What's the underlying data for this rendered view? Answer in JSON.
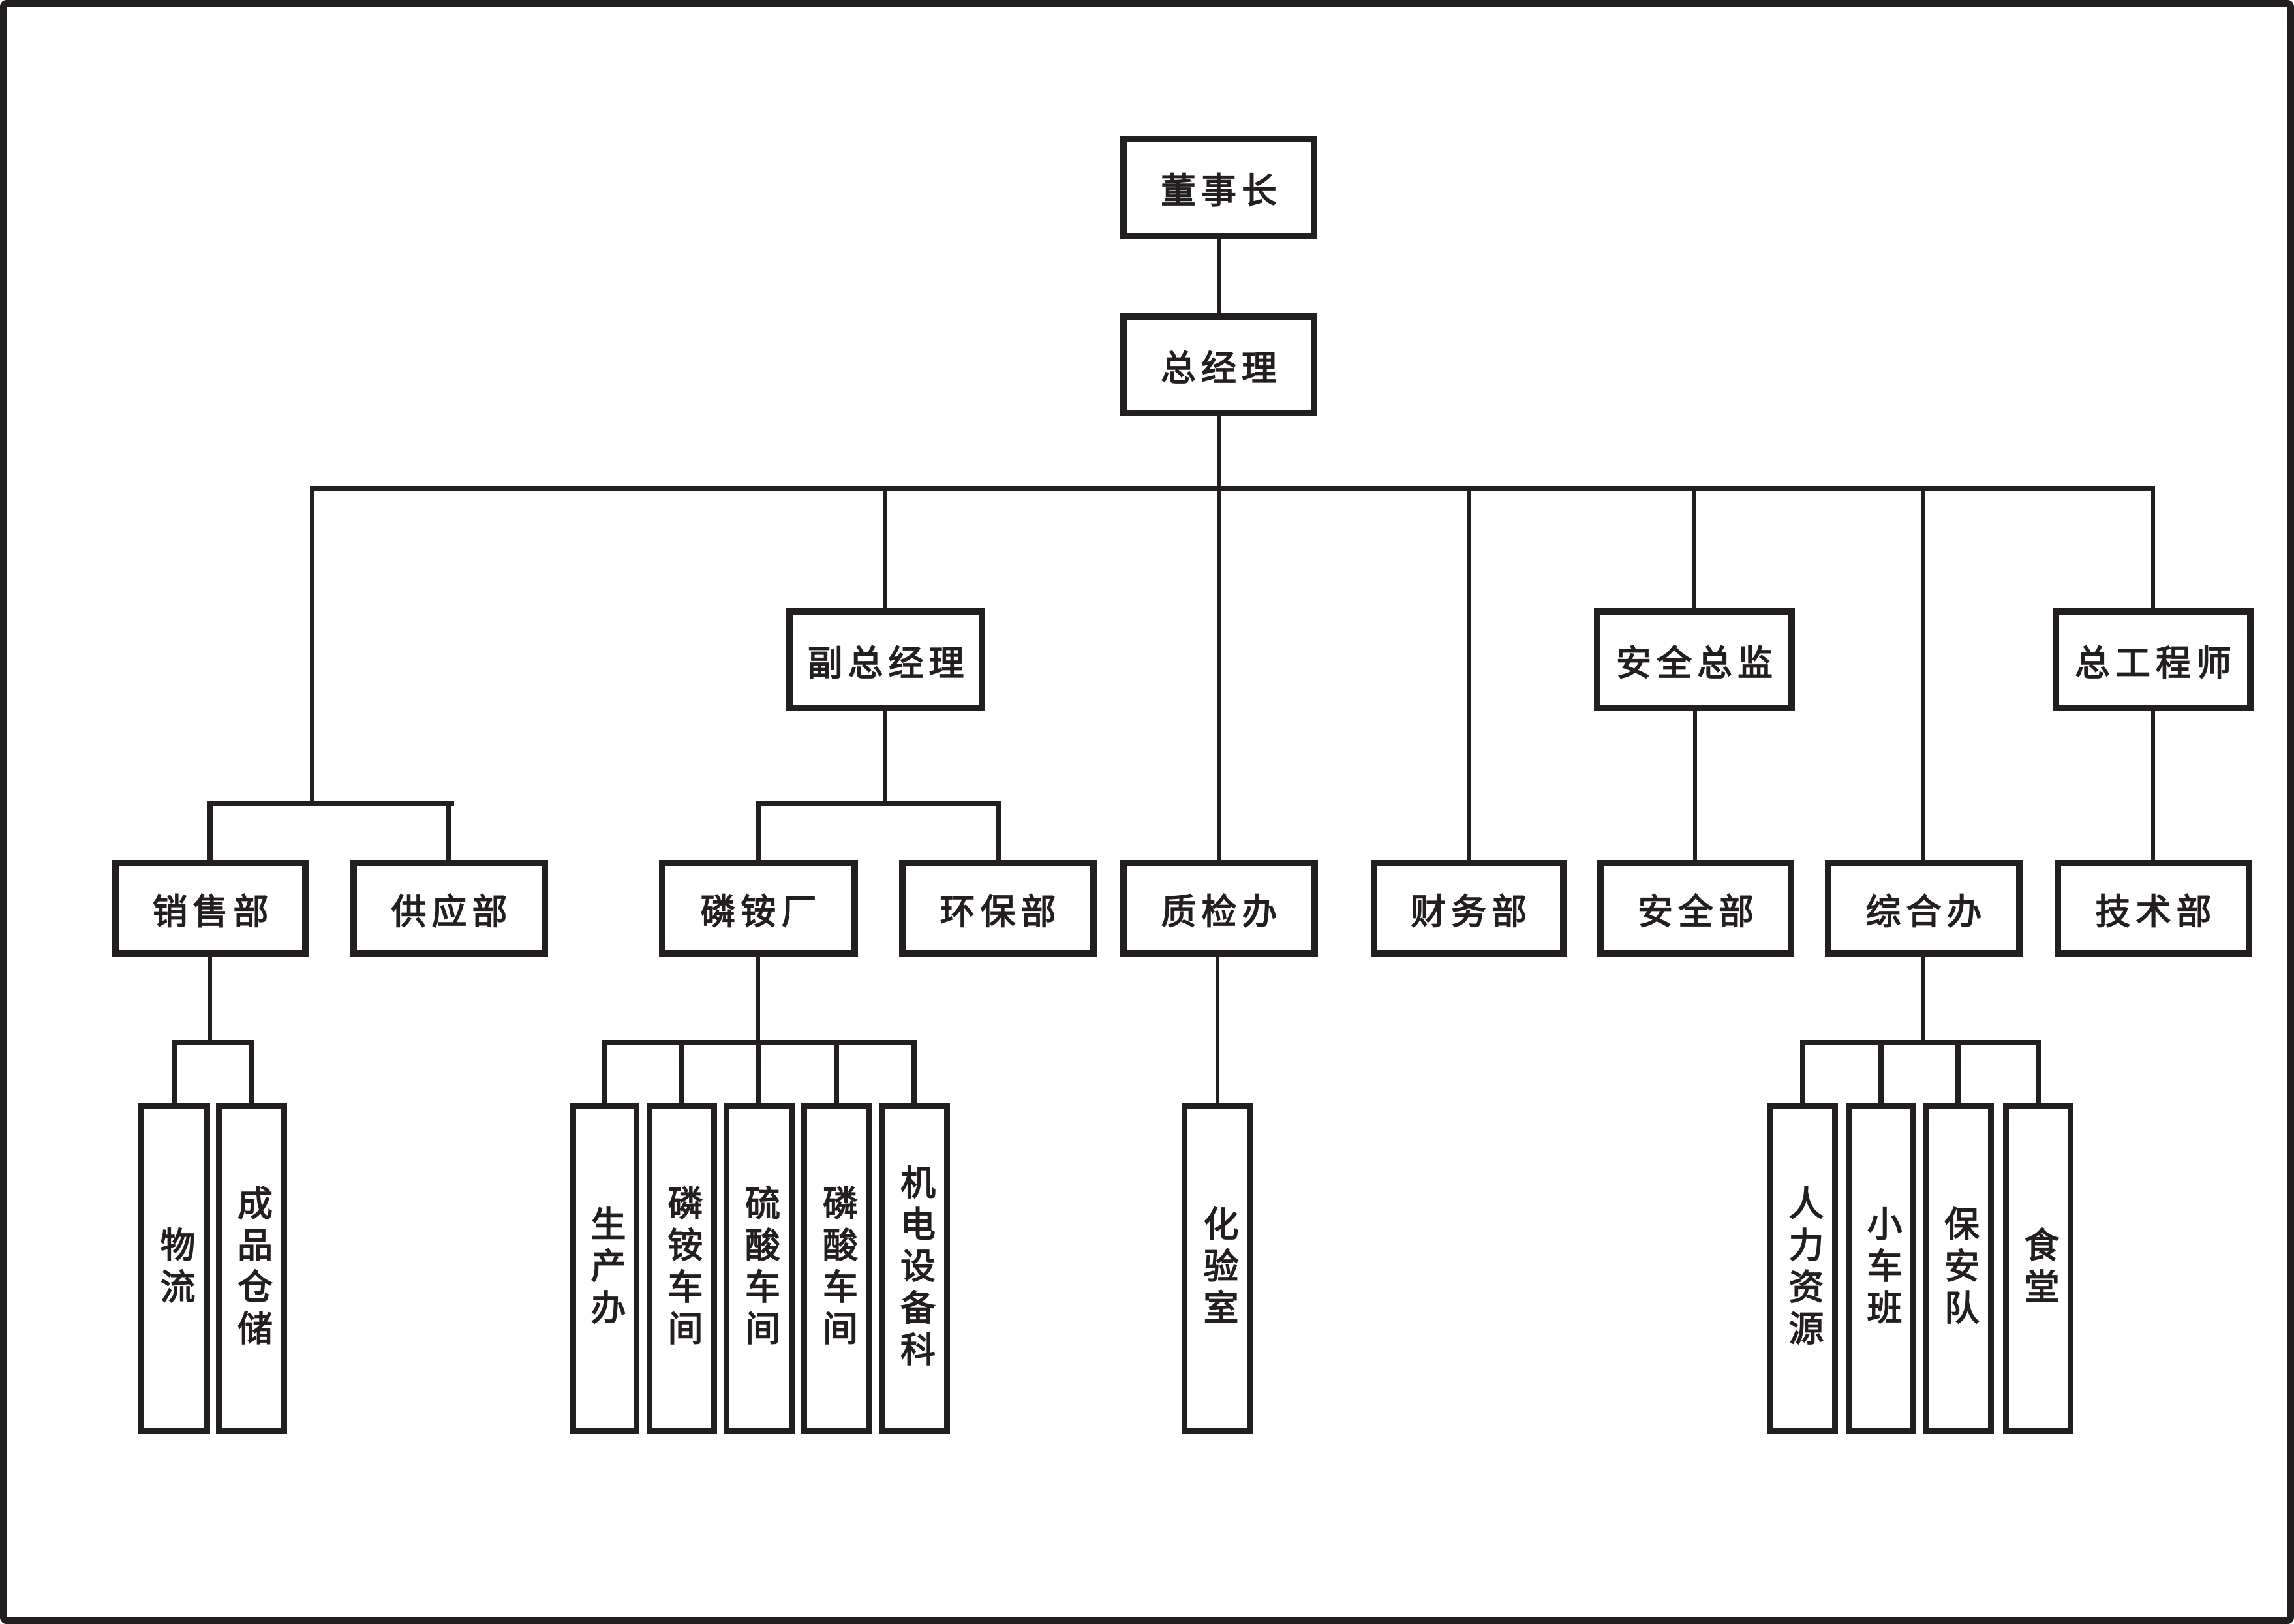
{
  "diagram": {
    "type": "organization-chart",
    "ink_color": "#231f20",
    "background_color": "#ffffff",
    "nodes": {
      "chairman": "董事长",
      "general_manager": "总经理",
      "deputy_general_manager": "副总经理",
      "safety_director": "安全总监",
      "chief_engineer": "总工程师",
      "sales_dept": "销售部",
      "supply_dept": "供应部",
      "phosphate_ammonium_plant": "磷铵厂",
      "environmental_protection_dept": "环保部",
      "quality_inspection_office": "质检办",
      "finance_dept": "财务部",
      "safety_dept": "安全部",
      "general_affairs_office": "综合办",
      "technology_dept": "技术部",
      "logistics": "物流",
      "finished_goods_warehouse": "成品仓储",
      "production_office": "生产办",
      "phosphate_ammonium_workshop": "磷铵车间",
      "sulfuric_acid_workshop": "硫酸车间",
      "phosphoric_acid_workshop": "磷酸车间",
      "electromechanical_equipment_section": "机电设备科",
      "laboratory": "化验室",
      "human_resources": "人力资源",
      "motor_pool": "小车班",
      "security_team": "保安队",
      "canteen": "食堂"
    },
    "hierarchy": {
      "chairman": [
        "general_manager"
      ],
      "general_manager": [
        "sales_dept",
        "supply_dept",
        "deputy_general_manager",
        "quality_inspection_office",
        "finance_dept",
        "safety_director",
        "general_affairs_office",
        "chief_engineer"
      ],
      "sales_dept": [
        "logistics",
        "finished_goods_warehouse"
      ],
      "deputy_general_manager": [
        "phosphate_ammonium_plant",
        "environmental_protection_dept"
      ],
      "phosphate_ammonium_plant": [
        "production_office",
        "phosphate_ammonium_workshop",
        "sulfuric_acid_workshop",
        "phosphoric_acid_workshop",
        "electromechanical_equipment_section"
      ],
      "quality_inspection_office": [
        "laboratory"
      ],
      "safety_director": [
        "safety_dept"
      ],
      "general_affairs_office": [
        "human_resources",
        "motor_pool",
        "security_team",
        "canteen"
      ],
      "chief_engineer": [
        "technology_dept"
      ]
    }
  }
}
